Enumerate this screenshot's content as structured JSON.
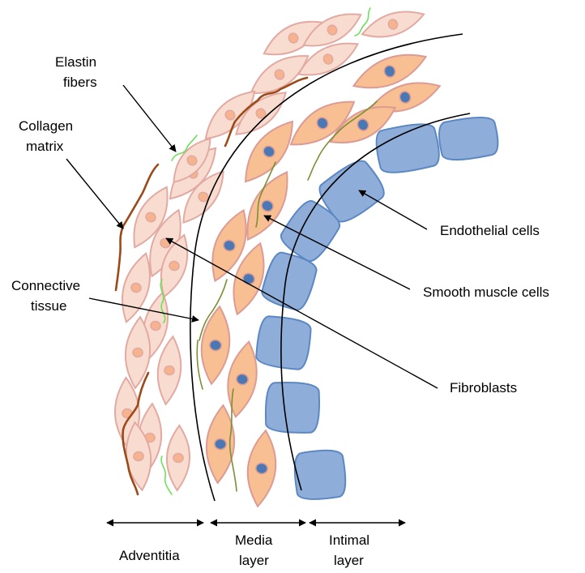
{
  "labels": {
    "elastin_1": "Elastin",
    "elastin_2": "fibers",
    "collagen_1": "Collagen",
    "collagen_2": "matrix",
    "connective_1": "Connective",
    "connective_2": "tissue",
    "endothelial": "Endothelial cells",
    "smooth_muscle": "Smooth muscle cells",
    "fibroblasts": "Fibroblasts",
    "adventitia": "Adventitia",
    "media_1": "Media",
    "media_2": "layer",
    "intimal_1": "Intimal",
    "intimal_2": "layer"
  },
  "colors": {
    "fibroblast_fill": "#f9dcd0",
    "fibroblast_stroke": "#e2aaa2",
    "fibroblast_nucleus": "#f6b38e",
    "smooth_muscle_fill": "#f8bf93",
    "smooth_muscle_stroke": "#dc9b94",
    "smooth_muscle_nucleus": "#4a78b5",
    "endothelial_fill": "#8fadd9",
    "endothelial_stroke": "#5b88c4",
    "collagen": "#9b4a18",
    "elastin": "#6ee05a",
    "connective": "#7d8f34",
    "boundary": "#000000"
  }
}
